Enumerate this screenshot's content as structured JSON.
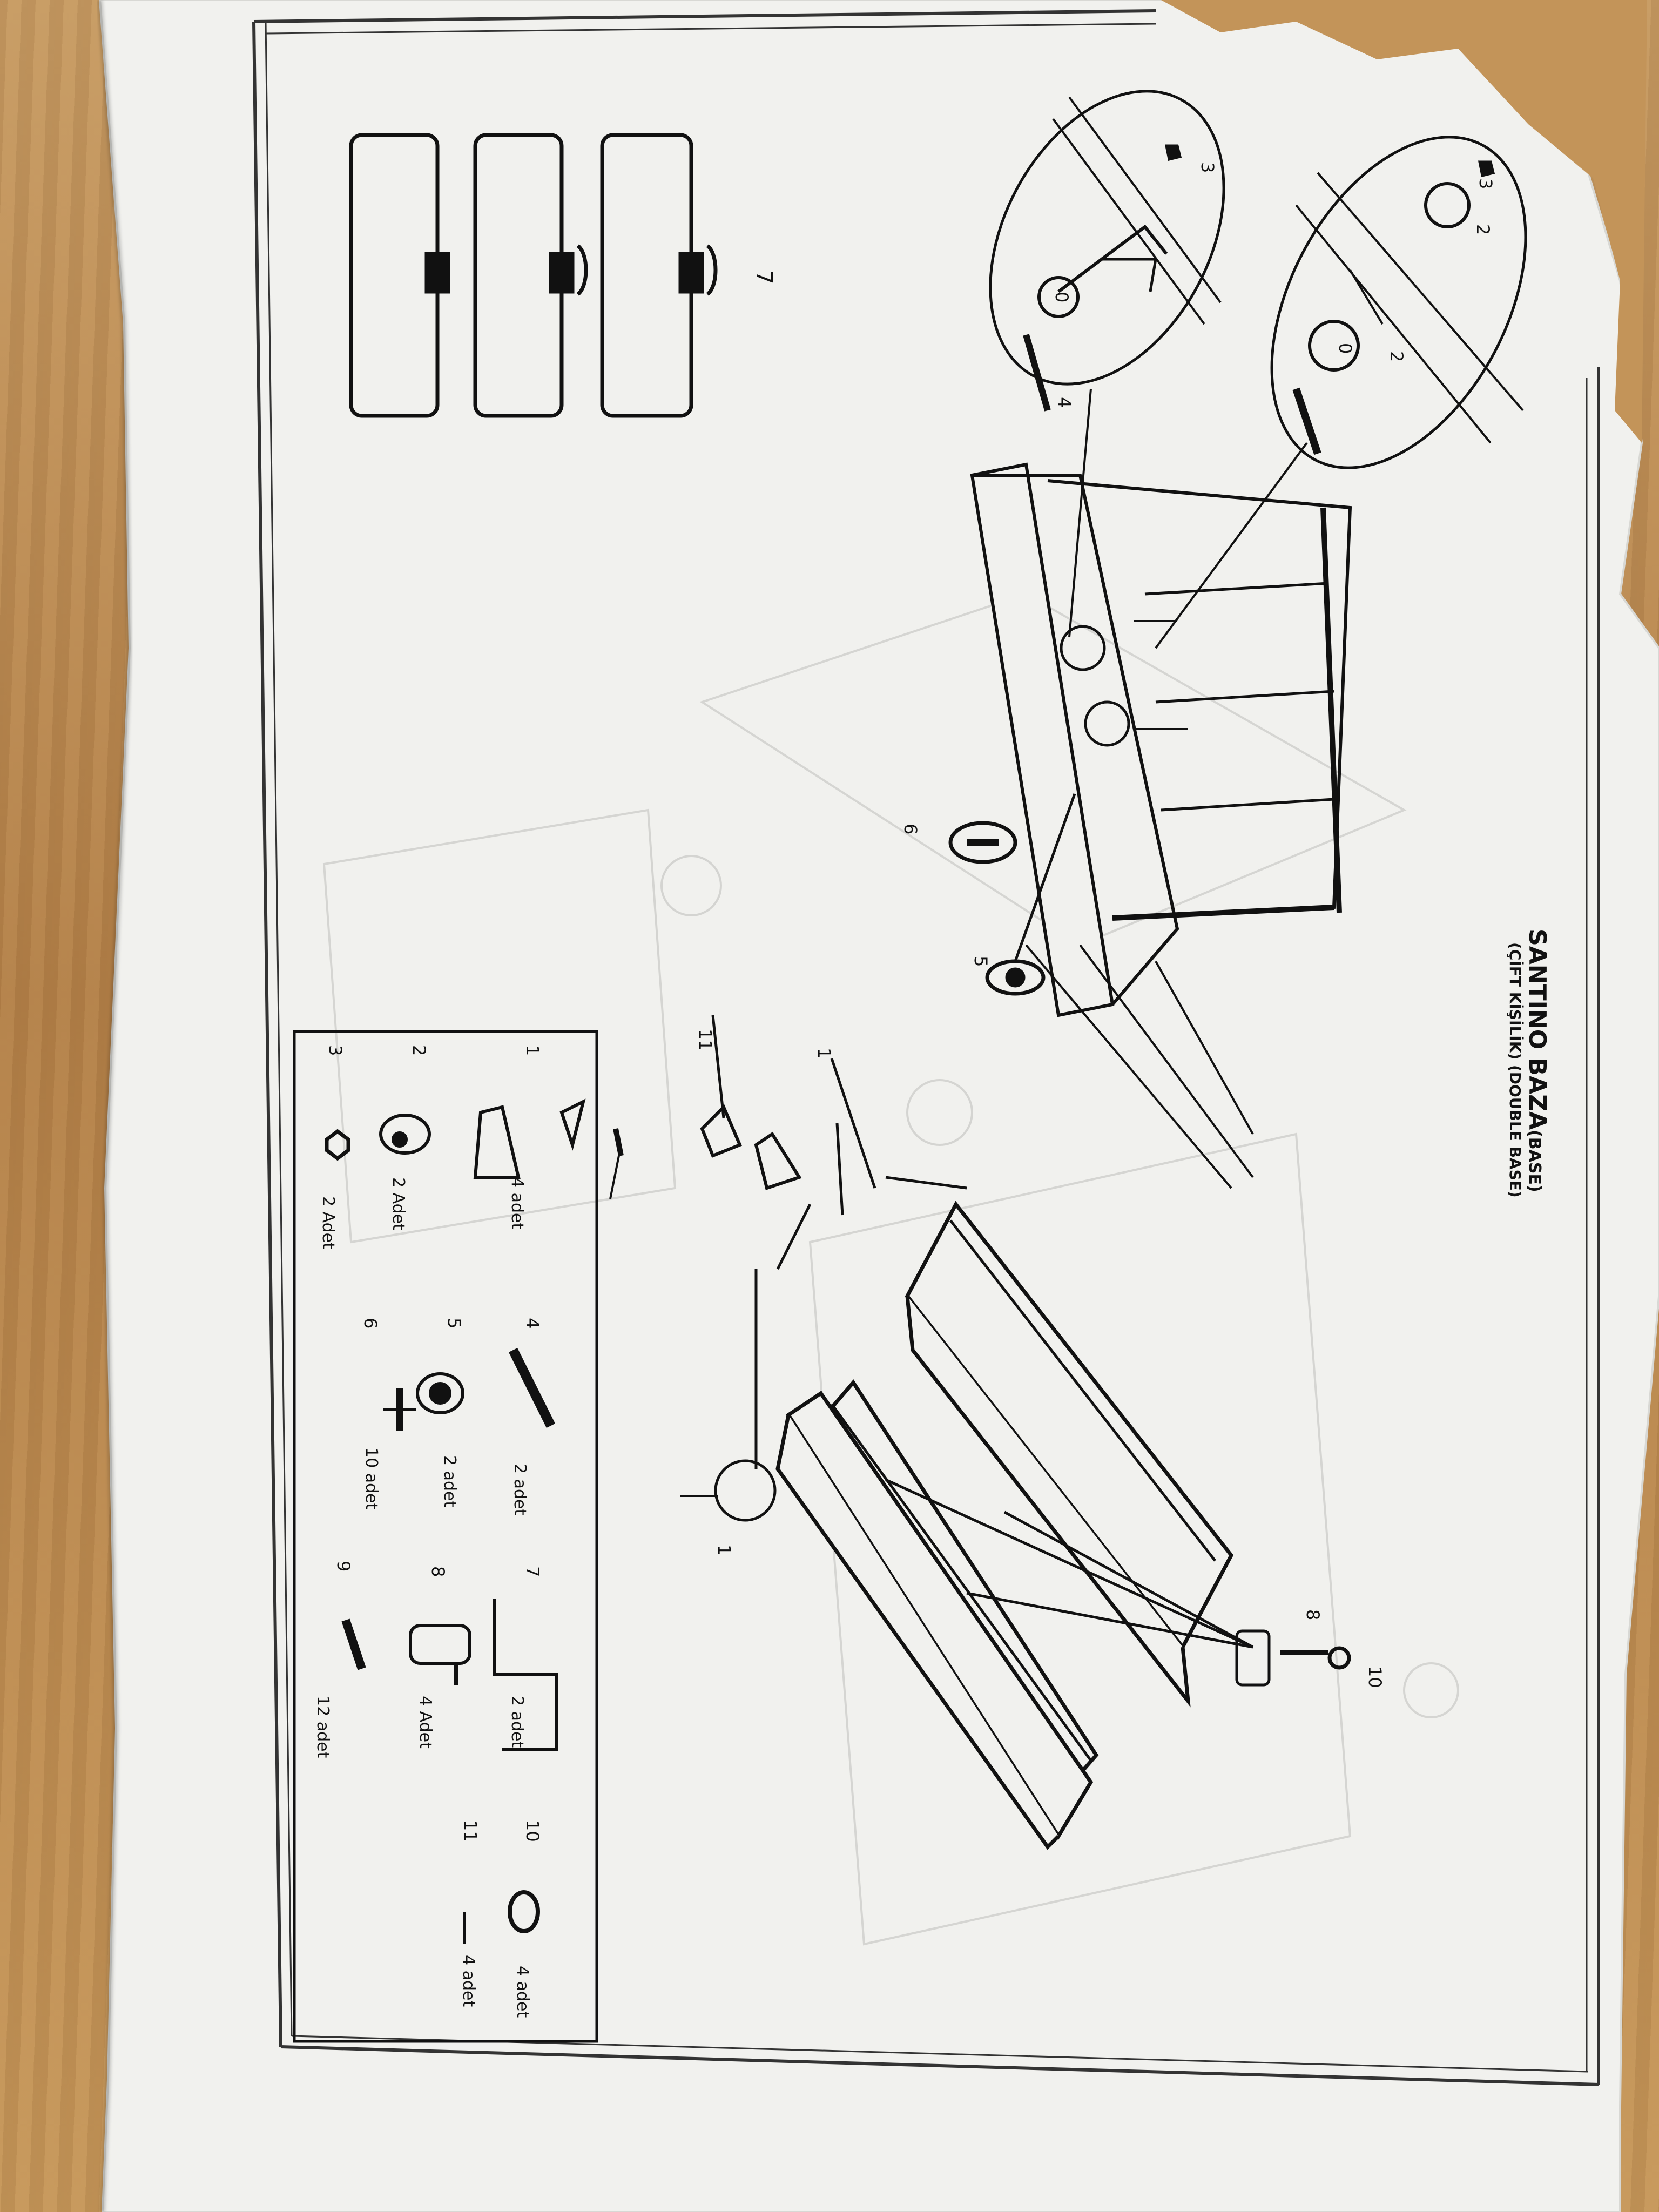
{
  "document": {
    "title": "SANTINO BAZA",
    "title_suffix": "(BASE)",
    "subtitle": "(ÇİFT KİŞİLİK) (DOUBLE BASE)"
  },
  "callouts": {
    "main_view": [
      "1",
      "5",
      "6",
      "8",
      "10",
      "11"
    ],
    "storage_step": "7",
    "detail_upper": [
      "0",
      "3",
      "4"
    ],
    "detail_lower": [
      "0",
      "2",
      "2",
      "3"
    ]
  },
  "parts": [
    {
      "number": "1",
      "name": "leg-icon",
      "quantity": "4 adet"
    },
    {
      "number": "2",
      "name": "cam-lock-icon",
      "quantity": "2 Adet"
    },
    {
      "number": "3",
      "name": "nut-icon",
      "quantity": "2 Adet"
    },
    {
      "number": "4",
      "name": "bolt-icon",
      "quantity": "2 adet"
    },
    {
      "number": "5",
      "name": "glide-pad-icon",
      "quantity": "2 adet"
    },
    {
      "number": "6",
      "name": "plastic-rivet-icon",
      "quantity": "10 adet"
    },
    {
      "number": "7",
      "name": "handle-icon",
      "quantity": "2 adet"
    },
    {
      "number": "8",
      "name": "cylinder-foot-icon",
      "quantity": "4 Adet"
    },
    {
      "number": "9",
      "name": "screw-icon",
      "quantity": "12 adet"
    },
    {
      "number": "10",
      "name": "washer-icon",
      "quantity": "4 adet"
    },
    {
      "number": "11",
      "name": "small-screw-icon",
      "quantity": "4 adet"
    }
  ]
}
